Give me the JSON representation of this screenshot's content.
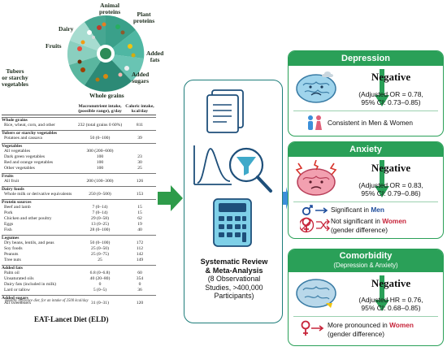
{
  "pie": {
    "labels": {
      "animal": "Animal\nproteins",
      "plant": "Plant\nproteins",
      "fats": "Added\nfats",
      "sugars": "Added\nsugars",
      "whole": "Whole grains",
      "tubers": "Tubers\nor starchy\nvegetables",
      "fruits": "Fruits",
      "dairy": "Dairy"
    }
  },
  "table": {
    "headers": [
      "",
      "Macronutrient intake,\n(possible range), g/day",
      "Caloric intake,\nkcal/day"
    ],
    "groups": [
      {
        "title": "Whole grains",
        "rows": [
          [
            "Rice, wheat, corn, and other",
            "232 (total grains 0 60%)",
            "811"
          ]
        ]
      },
      {
        "title": "Tubers or starchy vegetables",
        "rows": [
          [
            "Potatoes and cassava",
            "50 (0–100)",
            "39"
          ]
        ]
      },
      {
        "title": "Vegetables",
        "rows": [
          [
            "All vegetables",
            "300 (200–600)",
            ""
          ],
          [
            "Dark green vegetables",
            "100",
            "23"
          ],
          [
            "Red and orange vegetables",
            "100",
            "30"
          ],
          [
            "Other vegetables",
            "100",
            "25"
          ]
        ]
      },
      {
        "title": "Fruits",
        "rows": [
          [
            "All fruit",
            "200 (100–300)",
            "126"
          ]
        ]
      },
      {
        "title": "Dairy foods",
        "rows": [
          [
            "Whole milk or derivative equivalents",
            "250 (0–500)",
            "153"
          ]
        ]
      },
      {
        "title": "Protein sources",
        "rows": [
          [
            "Beef and lamb",
            "7 (0–14)",
            "15"
          ],
          [
            "Pork",
            "7 (0–14)",
            "15"
          ],
          [
            "Chicken and other poultry",
            "29 (0–58)",
            "62"
          ],
          [
            "Eggs",
            "13 (0–25)",
            "19"
          ],
          [
            "Fish",
            "28 (0–100)",
            "40"
          ]
        ]
      },
      {
        "title": "Legumes",
        "rows": [
          [
            "Dry beans, lentils, and peas",
            "50 (0–100)",
            "172"
          ],
          [
            "Soy foods",
            "25 (0–50)",
            "112"
          ],
          [
            "Peanuts",
            "25 (0–75)",
            "142"
          ],
          [
            "Tree nuts",
            "25",
            "149"
          ]
        ]
      },
      {
        "title": "Added fats",
        "rows": [
          [
            "Palm oil",
            "6.8 (0–6.8)",
            "60"
          ],
          [
            "Unsaturated oils",
            "40 (20–80)",
            "354"
          ],
          [
            "Dairy fats (included in milk)",
            "0",
            "0"
          ],
          [
            "Lard or tallow",
            "5 (0–5)",
            "36"
          ]
        ]
      },
      {
        "title": "Added sugars",
        "rows": [
          [
            "All sweeteners",
            "31 (0–31)",
            "120"
          ]
        ]
      }
    ],
    "footnote": "Healthy reference diet,    for an intake of 2500 kcal/day",
    "title": "EAT-Lancet Diet (ELD)"
  },
  "middle": {
    "line1": "Systematic Review",
    "line2": "& Meta-Analysis",
    "line3": "(8 Observational",
    "line4": "Studies, >400,000",
    "line5": "Participants)"
  },
  "panels": {
    "depression": {
      "title": "Depression",
      "effect": "Negative",
      "stat1": "(Adjusted OR = 0.78,",
      "stat2": "95% CI: 0.73–0.85)",
      "note": "Consistent in Men & Women"
    },
    "anxiety": {
      "title": "Anxiety",
      "effect": "Negative",
      "stat1": "(Adjusted OR = 0.83,",
      "stat2": "95% CI: 0.79–0.86)",
      "note1_pre": "Significant in ",
      "note1_hl": "Men",
      "note2_pre": "Not significant in ",
      "note2_hl": "Women",
      "note3": "(gender difference)"
    },
    "comorbidity": {
      "title": "Comorbidity",
      "subtitle": "(Depression & Anxiety)",
      "effect": "Negative",
      "stat1": "(Adjusted HR = 0.76,",
      "stat2": "95% CI: 0.68–0.85)",
      "note1_pre": "More pronounced in ",
      "note1_hl": "Women",
      "note2": "(gender difference)"
    }
  },
  "colors": {
    "green": "#2aa058",
    "teal": "#1e7d7a",
    "arrow_green": "#2e9b4a",
    "arrow_blue": "#3b8fd9",
    "female": "#c7243a",
    "male": "#1f4e9c"
  }
}
